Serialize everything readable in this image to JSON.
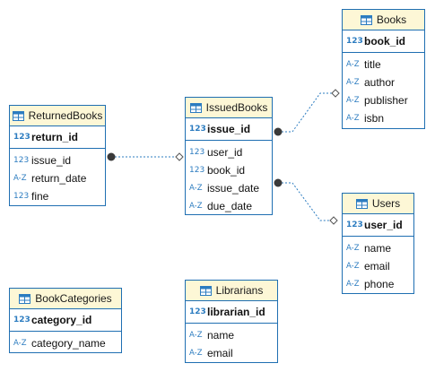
{
  "entities": {
    "books": {
      "name": "Books",
      "pk": {
        "type": "123",
        "name": "book_id"
      },
      "columns": [
        {
          "type": "A-Z",
          "name": "title"
        },
        {
          "type": "A-Z",
          "name": "author"
        },
        {
          "type": "A-Z",
          "name": "publisher"
        },
        {
          "type": "A-Z",
          "name": "isbn"
        }
      ]
    },
    "returned_books": {
      "name": "ReturnedBooks",
      "pk": {
        "type": "123",
        "name": "return_id"
      },
      "columns": [
        {
          "type": "123",
          "name": "issue_id"
        },
        {
          "type": "A-Z",
          "name": "return_date"
        },
        {
          "type": "123",
          "name": "fine"
        }
      ]
    },
    "issued_books": {
      "name": "IssuedBooks",
      "pk": {
        "type": "123",
        "name": "issue_id"
      },
      "columns": [
        {
          "type": "123",
          "name": "user_id"
        },
        {
          "type": "123",
          "name": "book_id"
        },
        {
          "type": "A-Z",
          "name": "issue_date"
        },
        {
          "type": "A-Z",
          "name": "due_date"
        }
      ]
    },
    "users": {
      "name": "Users",
      "pk": {
        "type": "123",
        "name": "user_id"
      },
      "columns": [
        {
          "type": "A-Z",
          "name": "name"
        },
        {
          "type": "A-Z",
          "name": "email"
        },
        {
          "type": "A-Z",
          "name": "phone"
        }
      ]
    },
    "book_categories": {
      "name": "BookCategories",
      "pk": {
        "type": "123",
        "name": "category_id"
      },
      "columns": [
        {
          "type": "A-Z",
          "name": "category_name"
        }
      ]
    },
    "librarians": {
      "name": "Librarians",
      "pk": {
        "type": "123",
        "name": "librarian_id"
      },
      "columns": [
        {
          "type": "A-Z",
          "name": "name"
        },
        {
          "type": "A-Z",
          "name": "email"
        }
      ]
    }
  },
  "relationships": [
    {
      "from": "returned_books.issue_id",
      "to": "issued_books"
    },
    {
      "from": "issued_books.book_id",
      "to": "books"
    },
    {
      "from": "issued_books.user_id",
      "to": "users"
    }
  ],
  "colors": {
    "border": "#1f6fb2",
    "header_bg": "#fdf7d6",
    "type_icon": "#2c7cc0",
    "link": "#2c7cc0"
  },
  "icons": {
    "header": "table-icon",
    "numeric": "numeric-type-icon",
    "text": "text-type-icon"
  }
}
